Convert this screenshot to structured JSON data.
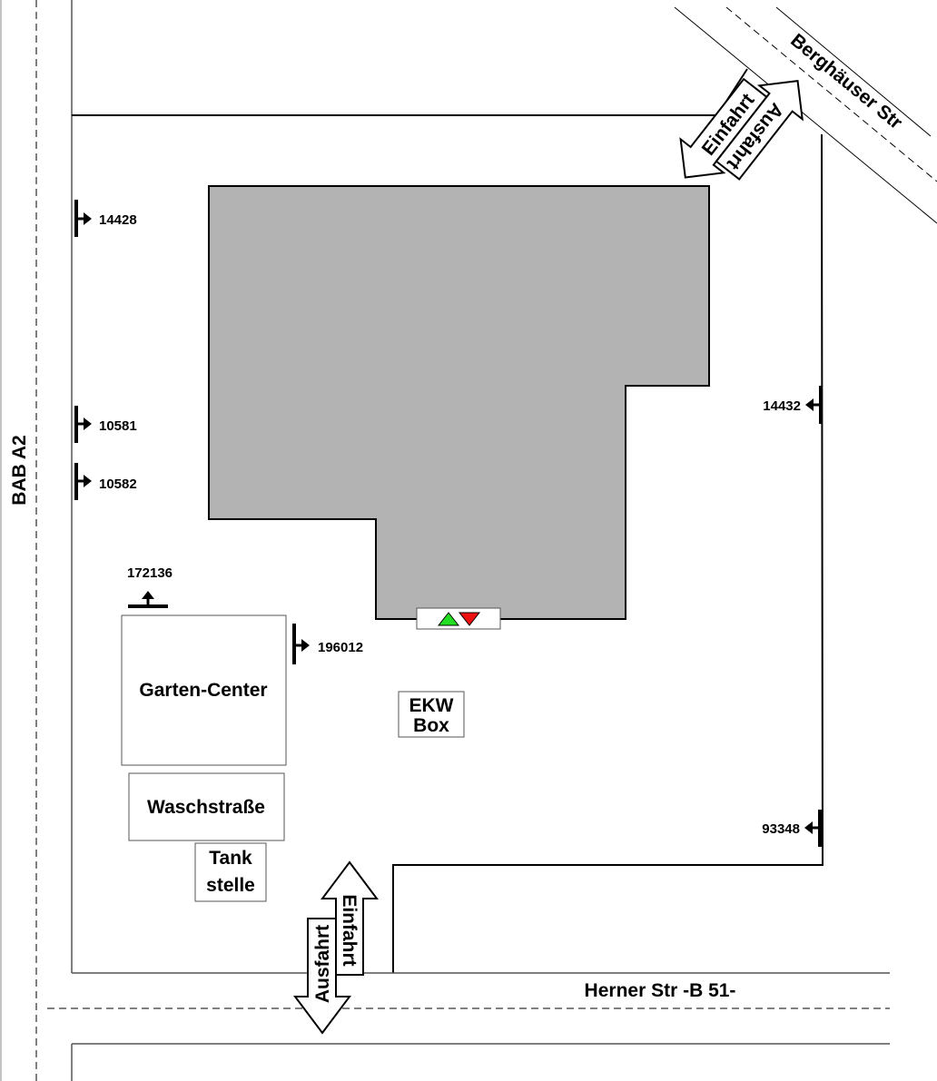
{
  "roads": {
    "left": "BAB A2",
    "top_right": "Berghäuser Str",
    "bottom": "Herner Str  -B 51-"
  },
  "entrances": {
    "top_in": "Einfahrt",
    "top_out": "Ausfahrt",
    "bottom_in": "Einfahrt",
    "bottom_out": "Ausfahrt"
  },
  "buildings": {
    "garden_center": "Garten-Center",
    "car_wash": "Waschstraße",
    "gas_station_line1": "Tank",
    "gas_station_line2": "stelle",
    "ekw_line1": "EKW",
    "ekw_line2": "Box"
  },
  "markers": [
    "14428",
    "10581",
    "10582",
    "172136",
    "196012",
    "14432",
    "93348"
  ],
  "colors": {
    "building": "#b3b3b3",
    "up_triangle": "#22dd22",
    "down_triangle": "#ee1111"
  }
}
